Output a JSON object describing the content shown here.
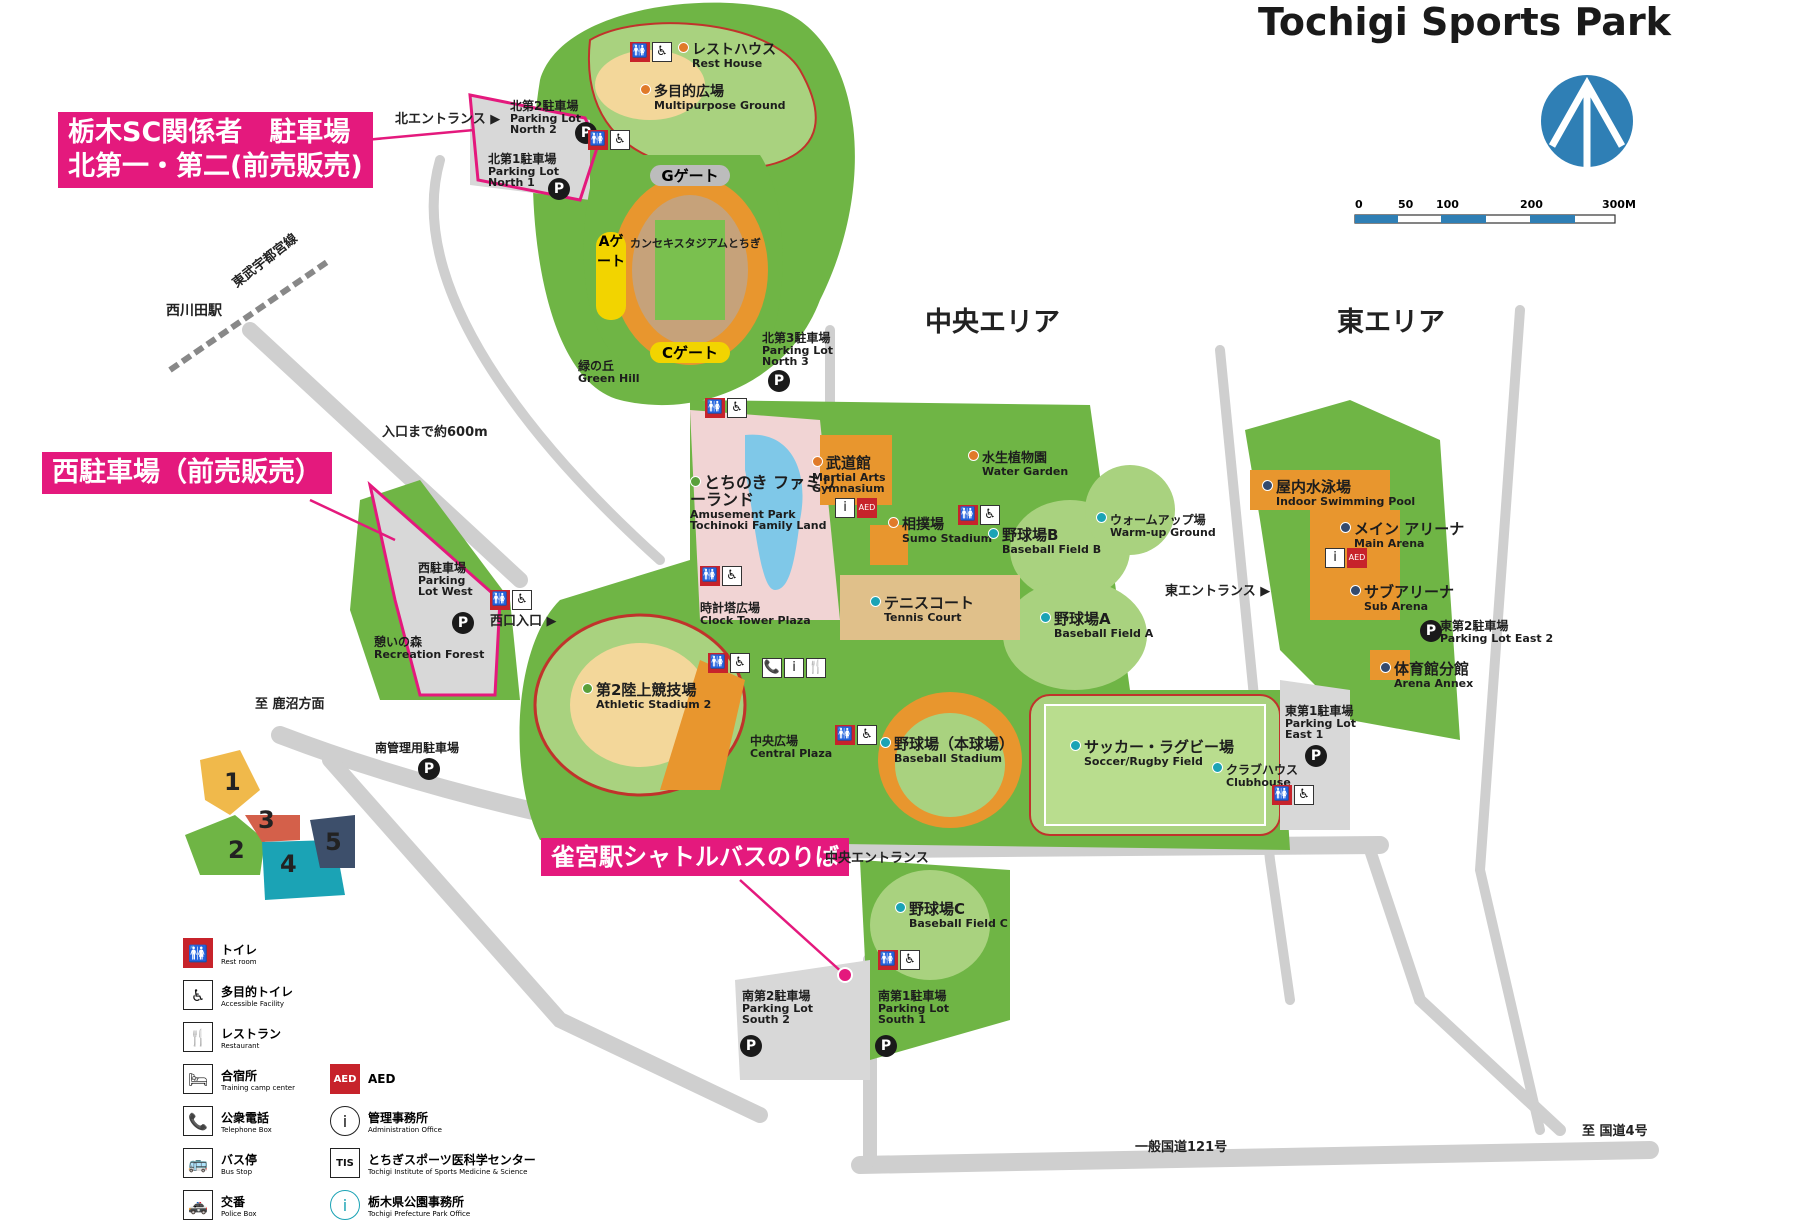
{
  "title": "Tochigi Sports Park",
  "areas": {
    "central": "中央エリア",
    "east": "東エリア"
  },
  "callouts": {
    "north_parking": [
      "栃木SC関係者　駐車場",
      "北第一・第二(前売販売)"
    ],
    "west_parking": "西駐車場（前売販売）",
    "shuttle": "雀宮駅シャトルバスのりば"
  },
  "gates": {
    "g": "Gゲート",
    "a": "Aゲート",
    "c": "Cゲート"
  },
  "places": [
    {
      "id": "rest-house",
      "jp": "レストハウス",
      "en": "Rest House",
      "dot": "orange"
    },
    {
      "id": "multipurpose-ground",
      "jp": "多目的広場",
      "en": "Multipurpose Ground",
      "dot": "orange"
    },
    {
      "id": "north2",
      "jp": "北第2駐車場",
      "en": "Parking Lot North 2",
      "dot": ""
    },
    {
      "id": "north1",
      "jp": "北第1駐車場",
      "en": "Parking Lot North 1",
      "dot": ""
    },
    {
      "id": "sekisui-stadium",
      "jp": "カンセキスタジアムとちぎ",
      "en": "",
      "dot": ""
    },
    {
      "id": "north3",
      "jp": "北第3駐車場",
      "en": "Parking Lot North 3",
      "dot": ""
    },
    {
      "id": "green-hill",
      "jp": "緑の丘",
      "en": "Green Hill",
      "dot": ""
    },
    {
      "id": "family-land",
      "jp": "とちのき ファミリーランド",
      "en": "Amusement Park Tochinoki Family Land",
      "dot": "green"
    },
    {
      "id": "martial-arts",
      "jp": "武道館",
      "en": "Martial Arts Gymnasium",
      "dot": "orange"
    },
    {
      "id": "water-garden",
      "jp": "水生植物園",
      "en": "Water Garden",
      "dot": "orange"
    },
    {
      "id": "sumo-stadium",
      "jp": "相撲場",
      "en": "Sumo Stadium",
      "dot": "orange"
    },
    {
      "id": "baseball-b",
      "jp": "野球場B",
      "en": "Baseball Field B",
      "dot": "teal"
    },
    {
      "id": "warmup-ground",
      "jp": "ウォームアップ場",
      "en": "Warm-up Ground",
      "dot": "teal"
    },
    {
      "id": "tennis-court",
      "jp": "テニスコート",
      "en": "Tennis Court",
      "dot": "teal"
    },
    {
      "id": "baseball-a",
      "jp": "野球場A",
      "en": "Baseball Field A",
      "dot": "teal"
    },
    {
      "id": "clock-tower",
      "jp": "時計塔広場",
      "en": "Clock Tower Plaza",
      "dot": ""
    },
    {
      "id": "west-parking",
      "jp": "西駐車場",
      "en": "Parking Lot West",
      "dot": ""
    },
    {
      "id": "recreation-forest",
      "jp": "憩いの森",
      "en": "Recreation Forest",
      "dot": ""
    },
    {
      "id": "athletic-2",
      "jp": "第2陸上競技場",
      "en": "Athletic Stadium 2",
      "dot": "green"
    },
    {
      "id": "central-plaza",
      "jp": "中央広場",
      "en": "Central Plaza",
      "dot": ""
    },
    {
      "id": "baseball-stadium",
      "jp": "野球場（本球場）",
      "en": "Baseball Stadium",
      "dot": "teal"
    },
    {
      "id": "soccer-rugby",
      "jp": "サッカー・ラグビー場",
      "en": "Soccer/Rugby Field",
      "dot": "teal"
    },
    {
      "id": "clubhouse",
      "jp": "クラブハウス",
      "en": "Clubhouse",
      "dot": "teal"
    },
    {
      "id": "indoor-pool",
      "jp": "屋内水泳場",
      "en": "Indoor Swimming Pool",
      "dot": "navy"
    },
    {
      "id": "main-arena",
      "jp": "メイン アリーナ",
      "en": "Main Arena",
      "dot": "navy"
    },
    {
      "id": "sub-arena",
      "jp": "サブアリーナ",
      "en": "Sub Arena",
      "dot": "navy"
    },
    {
      "id": "east2",
      "jp": "東第2駐車場",
      "en": "Parking Lot East 2",
      "dot": ""
    },
    {
      "id": "arena-annex",
      "jp": "体育館分館",
      "en": "Arena Annex",
      "dot": "navy"
    },
    {
      "id": "east1",
      "jp": "東第1駐車場",
      "en": "Parking Lot East 1",
      "dot": ""
    },
    {
      "id": "baseball-c",
      "jp": "野球場C",
      "en": "Baseball Field C",
      "dot": "teal"
    },
    {
      "id": "south2",
      "jp": "南第2駐車場",
      "en": "Parking Lot South 2",
      "dot": ""
    },
    {
      "id": "south1",
      "jp": "南第1駐車場",
      "en": "Parking Lot South 1",
      "dot": ""
    },
    {
      "id": "south-admin-parking",
      "jp": "南管理用駐車場",
      "en": "",
      "dot": ""
    }
  ],
  "roads": {
    "north_entrance": "北エントランス ▶",
    "west_entrance": "西口入口 ▶",
    "east_entrance": "東エントランス ▶",
    "central_entrance": "中央エントランス",
    "to_entrance": "入口まで約600m",
    "station": "西川田駅",
    "railway": "東武宇都宮線",
    "to_kanuma": "至 鹿沼方面",
    "route121": "一般国道121号",
    "to_route4": "至 国道4号"
  },
  "scale": {
    "ticks": [
      "0",
      "50",
      "100",
      "200",
      "300M"
    ]
  },
  "zones": [
    "1",
    "2",
    "3",
    "4",
    "5"
  ],
  "legend": [
    {
      "icon": "restroom-icon",
      "glyph": "🚻",
      "jp": "トイレ",
      "en": "Rest room"
    },
    {
      "icon": "accessible-icon",
      "glyph": "♿",
      "jp": "多目的トイレ",
      "en": "Accessible Facility"
    },
    {
      "icon": "restaurant-icon",
      "glyph": "🍴",
      "jp": "レストラン",
      "en": "Restaurant"
    },
    {
      "icon": "training-camp-icon",
      "glyph": "🛏",
      "jp": "合宿所",
      "en": "Training camp center"
    },
    {
      "icon": "telephone-icon",
      "glyph": "📞",
      "jp": "公衆電話",
      "en": "Telephone Box"
    },
    {
      "icon": "bus-stop-icon",
      "glyph": "🚌",
      "jp": "バス停",
      "en": "Bus Stop"
    },
    {
      "icon": "police-box-icon",
      "glyph": "🚓",
      "jp": "交番",
      "en": "Police Box"
    },
    {
      "icon": "aed-icon",
      "glyph": "AED",
      "jp": "AED",
      "en": ""
    },
    {
      "icon": "info-icon",
      "glyph": "i",
      "jp": "管理事務所",
      "en": "Administration Office"
    },
    {
      "icon": "tis-icon",
      "glyph": "TIS",
      "jp": "とちぎスポーツ医科学センター",
      "en": "Tochigi Institute of Sports Medicine & Science"
    },
    {
      "icon": "park-office-icon",
      "glyph": "i",
      "jp": "栃木県公園事務所",
      "en": "Tochigi Prefecture Park Office"
    }
  ],
  "colors": {
    "grass": "#6fb545",
    "lightgreen": "#a9d27f",
    "path": "#dcdcdc",
    "orange": "#e8962e",
    "pink": "#e4197d",
    "teal": "#1ba3b5"
  }
}
